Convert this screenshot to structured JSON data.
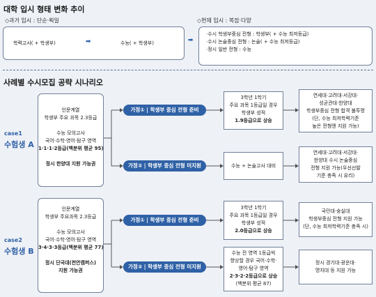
{
  "section1": {
    "title": "대학 입시 형태 변화 추이",
    "past_label": "◇과거 입시 : 단순·획일",
    "present_label": "◇현재 입시 : 복잡·다양",
    "past_item1": "학력고사( + 학생부)",
    "past_item2": "수능( + 학생부)",
    "present_items": [
      "·수시 학생부중심 전형 : 학생부( + 수능 최저등급)",
      "·수시 논술중심 전형 : 논술( + 수능 최저등급)",
      "·정시 일반 전형 : 수능"
    ]
  },
  "section2": {
    "title": "사례별 수시모집 공략 시나리오"
  },
  "caseA": {
    "case_label": "case1",
    "student_label": "수험생 A",
    "profile": [
      "인문계열",
      "학생부 주요 과목 2.3등급",
      "",
      "수능 모의고사",
      "국어·수학·영어·탐구 영역",
      "1·1·1·2등급(백분위 평균 95)",
      "",
      "정시 한양대 지원 가능권"
    ],
    "scenario1_label": "가정① | 학생부 중심 전형 준비",
    "scenario1_box": [
      "3학년 1학기",
      "주요 과목 1등급일 경우",
      "학생부 성적",
      "1.9등급으로 상승"
    ],
    "scenario1_result": [
      "연세대·고려대·서강대·",
      "성균관대·한양대",
      "학생부중심 전형 합격 불투명",
      "(단, 수능 최저학력기준",
      "높은 전형엔 지원 가능)"
    ],
    "scenario2_label": "가정② | 학생부 중심 전형 미지원",
    "scenario2_box": [
      "수능 + 논술고사 대비"
    ],
    "scenario2_result": [
      "연세대·고려대·서강대·",
      "한양대 수시 논술중심",
      "전형 지원 가능(우선선발",
      "기준 충족 시 유리)"
    ]
  },
  "caseB": {
    "case_label": "case2",
    "student_label": "수험생 B",
    "profile": [
      "인문계열",
      "학생부 주요과목 2.3등급",
      "",
      "수능 모의고사",
      "국어·수학·영어·탐구 영역",
      "3·4·3·3등급(백분위 평균 77)",
      "",
      "정시 단국대(천안캠퍼스)",
      "지원 가능권"
    ],
    "scenario1_label": "가정① | 학생부 중심 전형 준비",
    "scenario1_box": [
      "3학년 1학기",
      "주요 과목 1등급일 경우",
      "학생부 성적",
      "2.0등급으로 상승"
    ],
    "scenario1_result": [
      "국민대·숭실대",
      "학생부중심 전형 지원 가능",
      "(단, 수능 최저학력기준 충족 시)"
    ],
    "scenario2_label": "가정② | 학생부 중심 전형 미지원",
    "scenario2_box": [
      "수능 전 영역 1등급씩",
      "향상할 경우 국어·수학·",
      "영어·탐구 영역",
      "2·3·2·2등급으로 상승",
      "(백분위 평균 87)"
    ],
    "scenario2_result": [
      "정시 경기대·광운대·",
      "명지대 등 지원 가능"
    ]
  },
  "icons": {
    "arrow": "➡"
  },
  "colors": {
    "accent": "#2f61a6",
    "border": "#6f7f97",
    "background": "#eef1f6"
  }
}
